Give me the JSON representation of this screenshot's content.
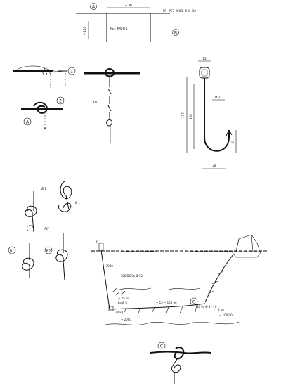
{
  "detail_a": {
    "marker": "A",
    "top_dimension": "~ 90",
    "main_rope_label": "PP - PE3 900D. Ø 8 - 10",
    "branch_label": "PE3 900 Ø 1",
    "vertical_dimension": "~ 150",
    "marker_b": "B"
  },
  "knots": {
    "step_1": "1",
    "step_2": "2",
    "marker_a": "A",
    "alt_label": "ALT",
    "b1_marker": "B1",
    "b2_marker": "B2",
    "b1_dimension": "Ø 1",
    "b2_dimension": "Ø 1",
    "b_alt": "ALT"
  },
  "hook": {
    "top_width": "13",
    "wire_diameter": "Ø 3",
    "total_length": "117",
    "shank_length": "100",
    "gap_height": "33",
    "bend_width": "28"
  },
  "longline": {
    "buoy_label": "~ 3000",
    "mainline_label": "~ 300 DS Pa Ø 12",
    "depth_label_1": "~ 25 50",
    "depth_label_2": "Pa Ø 8",
    "spacing_label": "~ 15 ~ 100 00",
    "right_line_label": "30 Pa Ø 8 - 10",
    "weight_label_1": "5 kg",
    "weight_label_2": "~ 100 00",
    "anchor_weight": "30 kg",
    "bottom_label": "~ 2000",
    "marker_c": "C"
  },
  "detail_c": {
    "marker": "C"
  }
}
